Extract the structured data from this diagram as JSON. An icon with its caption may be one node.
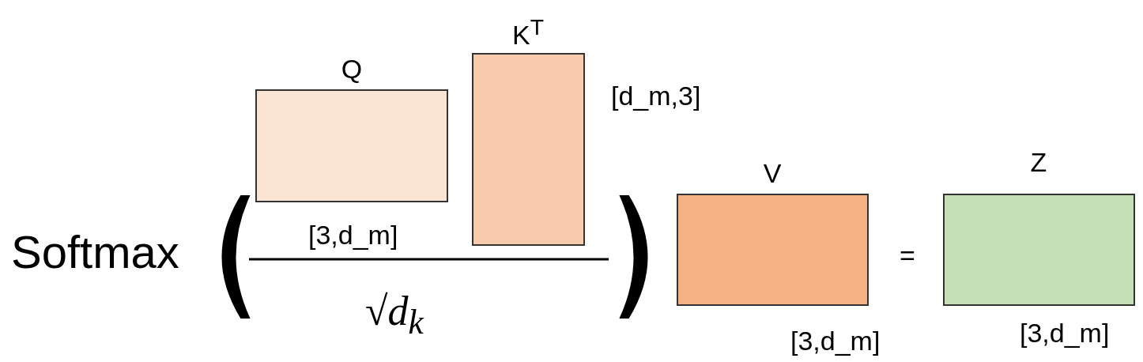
{
  "diagram": {
    "nodes": [
      {
        "text": [
          "Q"
        ],
        "beside": [
          "[3,d_m]"
        ]
      },
      {
        "text": [
          "K$^{T}$"
        ],
        "beside": [
          "[d_m,3]"
        ]
      },
      {
        "text": [
          "V"
        ],
        "beside": [
          "[3,d_m]"
        ]
      },
      {
        "text": [
          "Z"
        ],
        "beside": [
          "[3,d_m]"
        ]
      }
    ],
    "edges": [],
    "labels": [
      "Softmax",
      "√d$_{k}$",
      "="
    ]
  }
}
